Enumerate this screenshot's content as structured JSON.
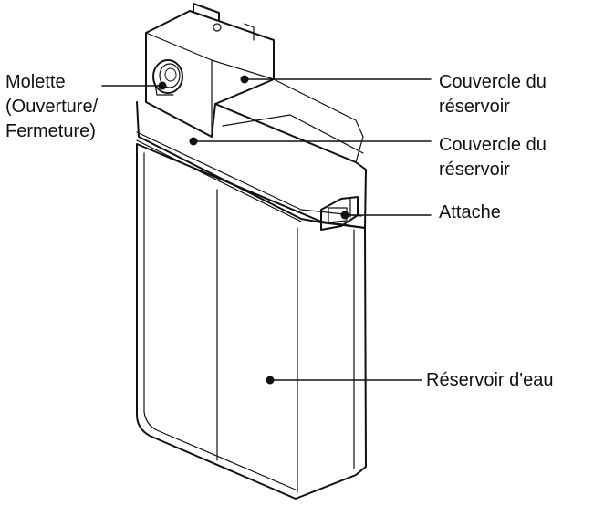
{
  "labels": {
    "molette": {
      "line1": "Molette",
      "line2": "(Ouverture/",
      "line3": "Fermeture)"
    },
    "tank_cover_upper": {
      "line1": "Couvercle du",
      "line2": "réservoir"
    },
    "tank_cover_lower": {
      "line1": "Couvercle du",
      "line2": "réservoir"
    },
    "clip": "Attache",
    "water_tank": "Réservoir d'eau"
  },
  "colors": {
    "outline": "#111111",
    "background": "#ffffff",
    "hidden_edge": "#777777"
  }
}
